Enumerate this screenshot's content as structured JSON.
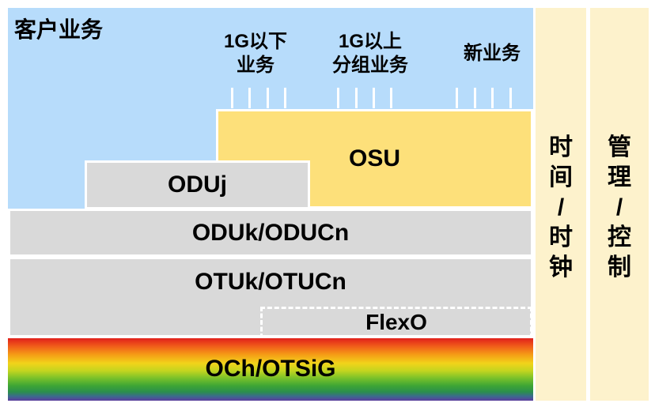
{
  "client_services": {
    "title": "客户业务",
    "services": [
      {
        "line1": "1G以下",
        "line2": "业务"
      },
      {
        "line1": "1G以上",
        "line2": "分组业务"
      },
      {
        "line1": "",
        "line2": "新业务"
      }
    ]
  },
  "layers": {
    "osu": "OSU",
    "oduj": "ODUj",
    "oduk": "ODUk/ODUCn",
    "otuk": "OTUk/OTUCn",
    "flexo": "FlexO",
    "och": "OCh/OTSiG"
  },
  "side_columns": {
    "time_clock": [
      "时",
      "间",
      "/",
      "时",
      "钟"
    ],
    "management_control": [
      "管",
      "理",
      "/",
      "控",
      "制"
    ]
  },
  "colors": {
    "client_area": "#b7dcfb",
    "osu": "#fde07a",
    "odu_otu": "#d9d9d9",
    "side_columns": "#fdf2cc"
  }
}
